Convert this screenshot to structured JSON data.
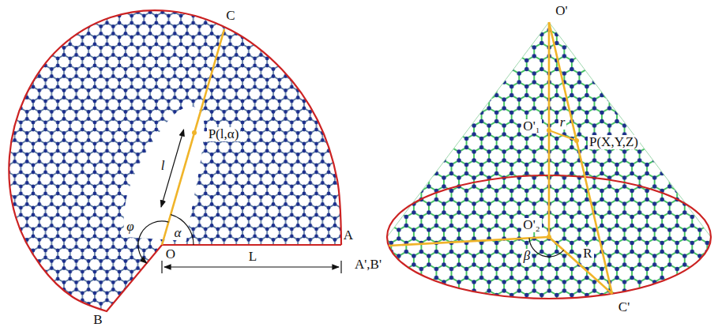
{
  "diagram": {
    "labels": [
      "C",
      "P(l,α)",
      "l",
      "φ",
      "α",
      "O",
      "L",
      "A",
      "B",
      "O'",
      "O'₁",
      "r",
      "P(X,Y,Z)",
      "O'₂",
      "β",
      "R",
      "A',B'",
      "C'"
    ]
  }
}
